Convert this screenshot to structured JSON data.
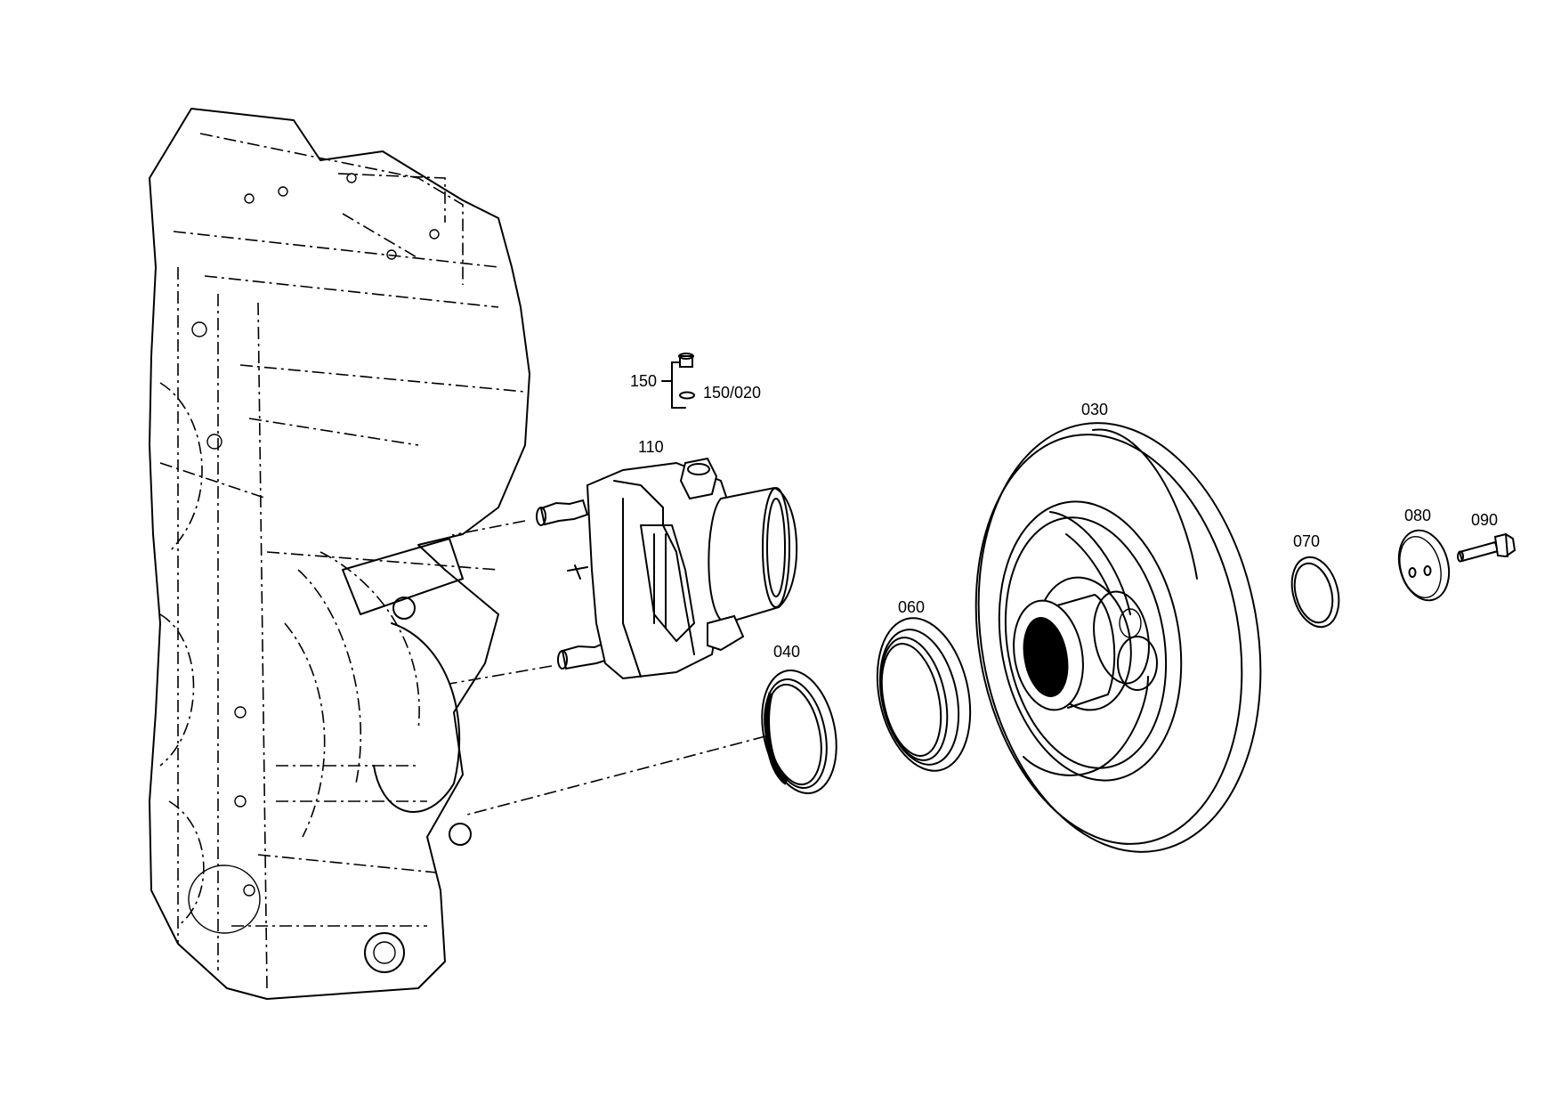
{
  "labels": {
    "p150": "150",
    "p150_020": "150/020",
    "p110": "110",
    "p030": "030",
    "p040": "040",
    "p060": "060",
    "p070": "070",
    "p080": "080",
    "p090": "090"
  }
}
